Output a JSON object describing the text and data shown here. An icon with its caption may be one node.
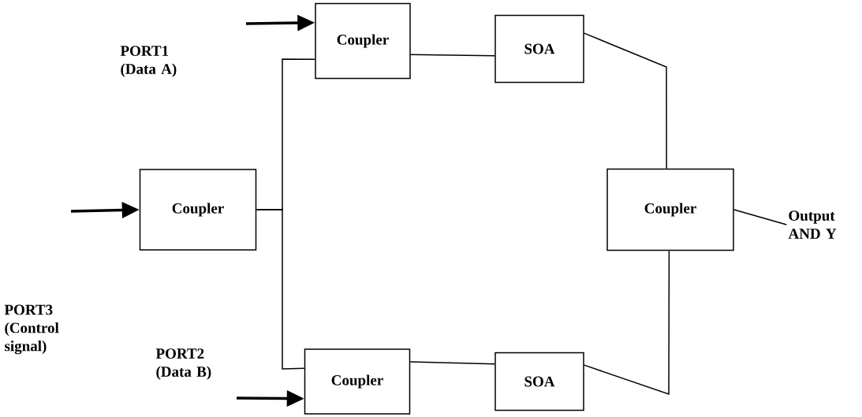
{
  "diagram": {
    "nodes": [
      {
        "text": [
          "Coupler"
        ]
      },
      {
        "text": [
          "SOA"
        ]
      },
      {
        "text": [
          "Coupler"
        ]
      },
      {
        "text": [
          "Coupler"
        ]
      },
      {
        "text": [
          "Coupler"
        ]
      },
      {
        "text": [
          "SOA"
        ]
      },
      {
        "text": [
          "Output AND Y"
        ]
      }
    ],
    "edges": [
      {
        "from": null,
        "to": 0,
        "arrow": "to",
        "style": "thick"
      },
      {
        "from": 2,
        "to": 0,
        "arrow": "none"
      },
      {
        "from": 2,
        "to": 4,
        "arrow": "none"
      },
      {
        "from": 0,
        "to": 1,
        "arrow": "none"
      },
      {
        "from": 1,
        "to": 3,
        "arrow": "none"
      },
      {
        "from": 5,
        "to": 3,
        "arrow": "none"
      },
      {
        "from": 4,
        "to": 5,
        "arrow": "none"
      },
      {
        "from": 3,
        "to": 6,
        "arrow": "none"
      },
      {
        "from": null,
        "to": 2,
        "arrow": "to",
        "style": "thick"
      },
      {
        "from": null,
        "to": 4,
        "arrow": "to",
        "style": "thick"
      }
    ],
    "labels": [
      "PORT1 (Data A)",
      "PORT3 (Control signal)",
      "PORT2 (Data B)"
    ]
  }
}
